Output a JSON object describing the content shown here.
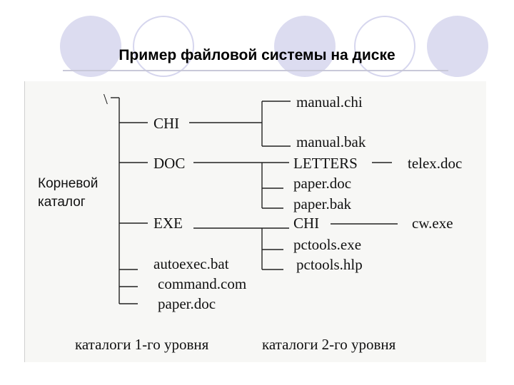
{
  "title": "Пример файловой системы на диске",
  "root": {
    "symbol": "\\",
    "label_line1": "Корневой",
    "label_line2": "каталог"
  },
  "level1": [
    "CHI",
    "DOC",
    "EXE",
    "autoexec.bat",
    "command.com",
    "paper.doc"
  ],
  "level2": {
    "chi": [
      "manual.chi",
      "manual.bak"
    ],
    "doc": [
      "LETTERS",
      "paper.doc",
      "paper.bak"
    ],
    "exe": [
      "CHI",
      "pctools.exe",
      "pctools.hlp"
    ]
  },
  "level3": {
    "letters": "telex.doc",
    "chi": "cw.exe"
  },
  "captions": {
    "level1": "каталоги 1-го уровня",
    "level2": "каталоги 2-го уровня"
  },
  "colors": {
    "decor_fill": "#dcdcf0",
    "decor_ring": "#d6d6ee",
    "figure_bg": "#f7f7f5"
  }
}
